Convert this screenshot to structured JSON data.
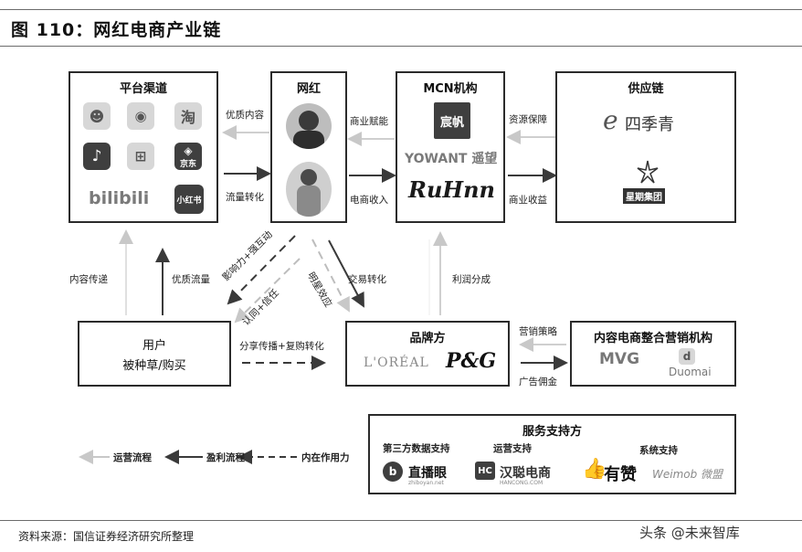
{
  "figure_title": "图 110：网红电商产业链",
  "boxes": {
    "platform": {
      "title": "平台渠道",
      "brands": [
        "淘",
        "bilibili",
        "小红书",
        "京东"
      ]
    },
    "influencer": {
      "title": "网红"
    },
    "mcn": {
      "title": "MCN机构",
      "brands": [
        "宸帆",
        "YOWANT 遥望",
        "RuHnn"
      ]
    },
    "supply": {
      "title": "供应链",
      "brands": [
        "四季青",
        "星期集团"
      ]
    },
    "user": {
      "title": "用户",
      "subtitle": "被种草/购买"
    },
    "brand": {
      "title": "品牌方",
      "brands": [
        "L'ORÉAL",
        "P&G"
      ]
    },
    "agency": {
      "title": "内容电商整合营销机构",
      "brands": [
        "MVG",
        "Duomai"
      ]
    },
    "service": {
      "title": "服务支持方",
      "groups": [
        {
          "label": "第三方数据支持",
          "brand": "直播眼",
          "sub": "zhiboyan.net"
        },
        {
          "label": "运营支持",
          "brand": "汉聪电商",
          "sub": "HANCONG.COM"
        },
        {
          "label": "系统支持",
          "brand": "有赞",
          "extra": "Weimob 微盟"
        }
      ]
    }
  },
  "flows": {
    "quality_content": "优质内容",
    "traffic_conversion": "流量转化",
    "business_empower": "商业赋能",
    "ecommerce_income": "电商收入",
    "resource_guarantee": "资源保障",
    "business_income": "商业收益",
    "content_delivery": "内容传递",
    "quality_traffic": "优质流量",
    "influence_interaction": "影响力+强互动",
    "recognition_trust": "认同+信任",
    "celebrity_effect": "明星效应",
    "transaction_conversion": "交易转化",
    "profit_sharing": "利润分成",
    "share_repurchase": "分享传播+复购转化",
    "marketing_strategy": "营销策略",
    "ad_commission": "广告佣金"
  },
  "legend": {
    "operation_flow": "运营流程",
    "profit_flow": "盈利流程",
    "internal_effect": "内在作用力"
  },
  "source": "资料来源：国信证券经济研究所整理",
  "watermark": "头条 @未来智库"
}
